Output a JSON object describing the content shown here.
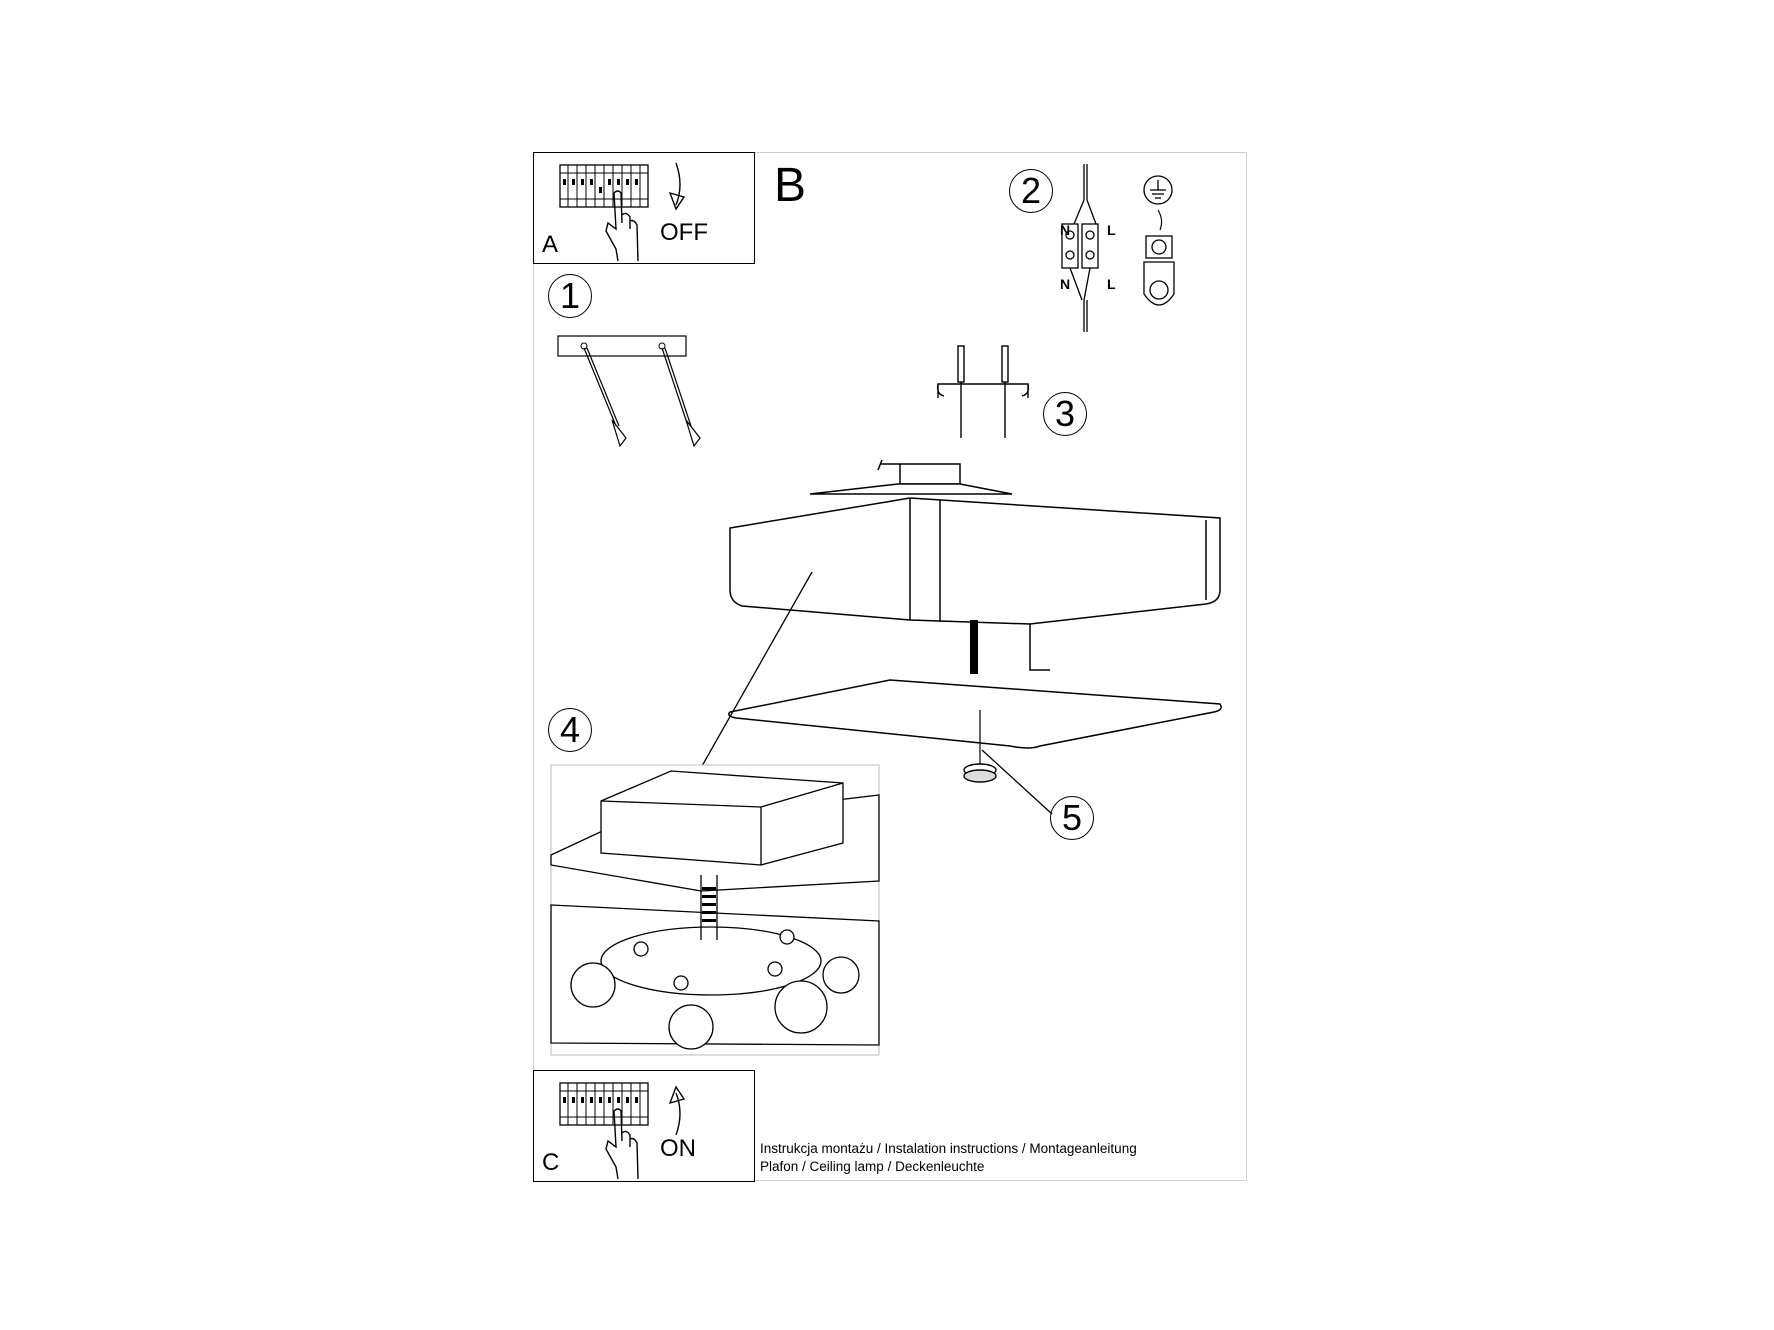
{
  "panel_a": {
    "letter": "A",
    "switch_label": "OFF"
  },
  "panel_b": {
    "letter": "B"
  },
  "panel_c": {
    "letter": "C",
    "switch_label": "ON"
  },
  "steps": [
    "1",
    "2",
    "3",
    "4",
    "5"
  ],
  "wiring": {
    "neutral": "N",
    "live": "L"
  },
  "icons": [
    "circuit-breaker-icon",
    "hand-icon",
    "arrow-down-icon",
    "arrow-up-icon",
    "ground-symbol-icon"
  ],
  "footer": {
    "line1": "Instrukcja montażu / Instalation instructions / Montageanleitung",
    "line2": "Plafon / Ceiling lamp / Deckenleuchte"
  }
}
